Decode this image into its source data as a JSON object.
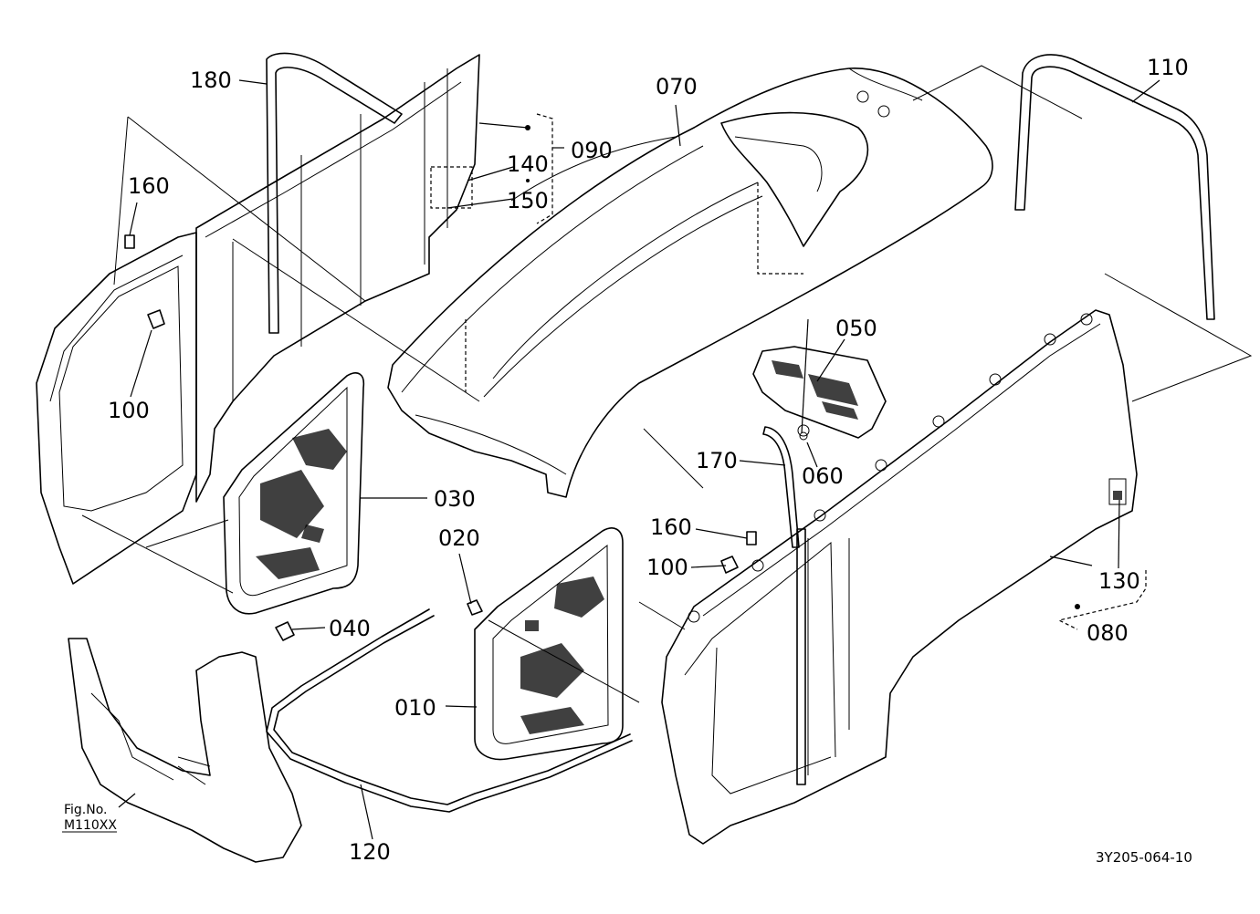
{
  "callouts": {
    "c010": "010",
    "c020": "020",
    "c030": "030",
    "c040": "040",
    "c050": "050",
    "c060": "060",
    "c070": "070",
    "c080": "080",
    "c090": "090",
    "c100a": "100",
    "c100b": "100",
    "c110": "110",
    "c120": "120",
    "c130": "130",
    "c140": "140",
    "c150": "150",
    "c160a": "160",
    "c160b": "160",
    "c170": "170",
    "c180": "180"
  },
  "figure_ref": {
    "line1": "Fig.No.",
    "line2": "M110XX"
  },
  "drawing_code": "3Y205-064-10"
}
